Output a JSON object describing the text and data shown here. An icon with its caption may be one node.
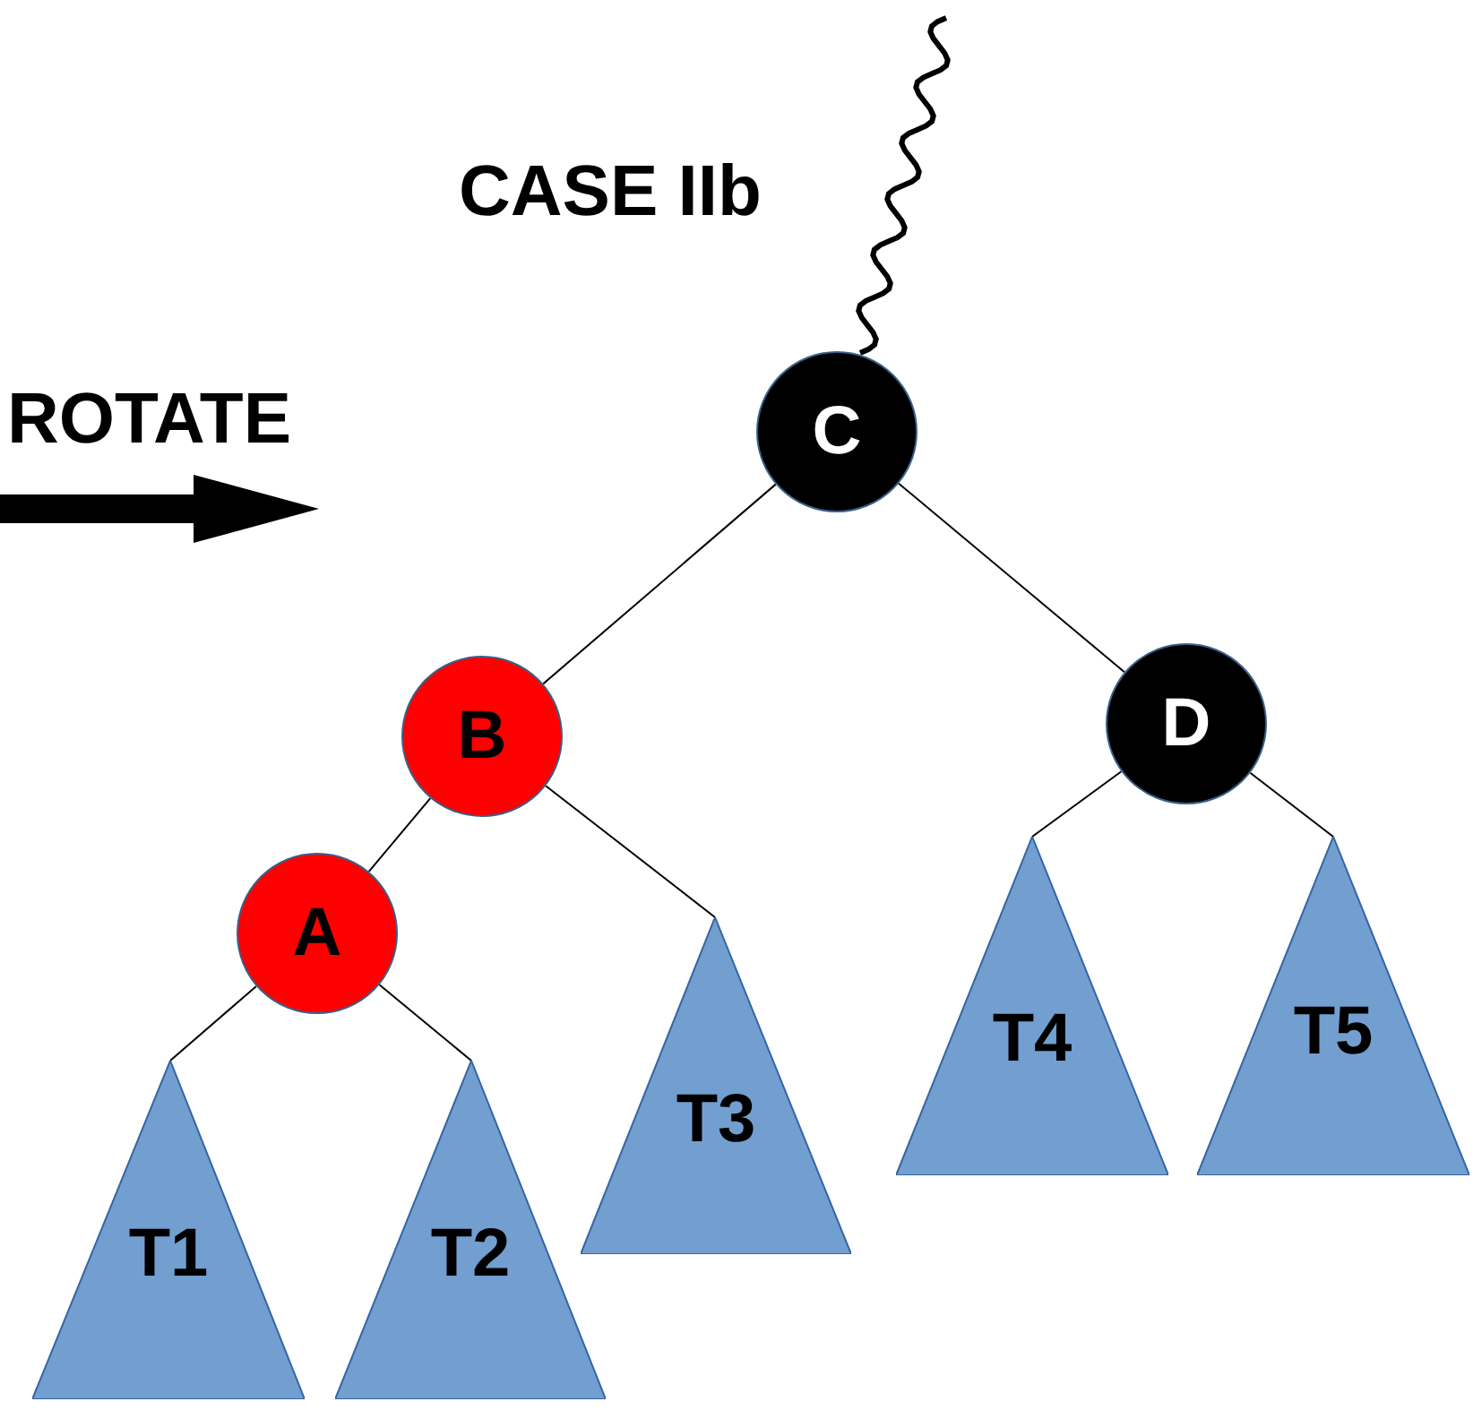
{
  "diagram": {
    "nodes": [
      {
        "text": [
          "C"
        ]
      },
      {
        "text": [
          "B"
        ]
      },
      {
        "text": [
          "A"
        ]
      },
      {
        "text": [
          "D"
        ]
      },
      {
        "text": [
          "T1"
        ]
      },
      {
        "text": [
          "T2"
        ]
      },
      {
        "text": [
          "T3"
        ]
      },
      {
        "text": [
          "T4"
        ]
      },
      {
        "text": [
          "T5"
        ]
      }
    ],
    "edges": [
      {
        "from": null,
        "to": 0,
        "arrow": "none",
        "style": "thick"
      },
      {
        "from": 0,
        "to": 1,
        "arrow": "none"
      },
      {
        "from": 0,
        "to": 3,
        "arrow": "none"
      },
      {
        "from": 1,
        "to": 2,
        "arrow": "none"
      },
      {
        "from": 1,
        "to": 6,
        "arrow": "none"
      },
      {
        "from": 2,
        "to": 4,
        "arrow": "none"
      },
      {
        "from": 2,
        "to": 5,
        "arrow": "none"
      },
      {
        "from": 3,
        "to": 7,
        "arrow": "none"
      },
      {
        "from": 3,
        "to": 8,
        "arrow": "none"
      }
    ],
    "labels": [
      "CASE IIb",
      "ROTATE"
    ]
  }
}
